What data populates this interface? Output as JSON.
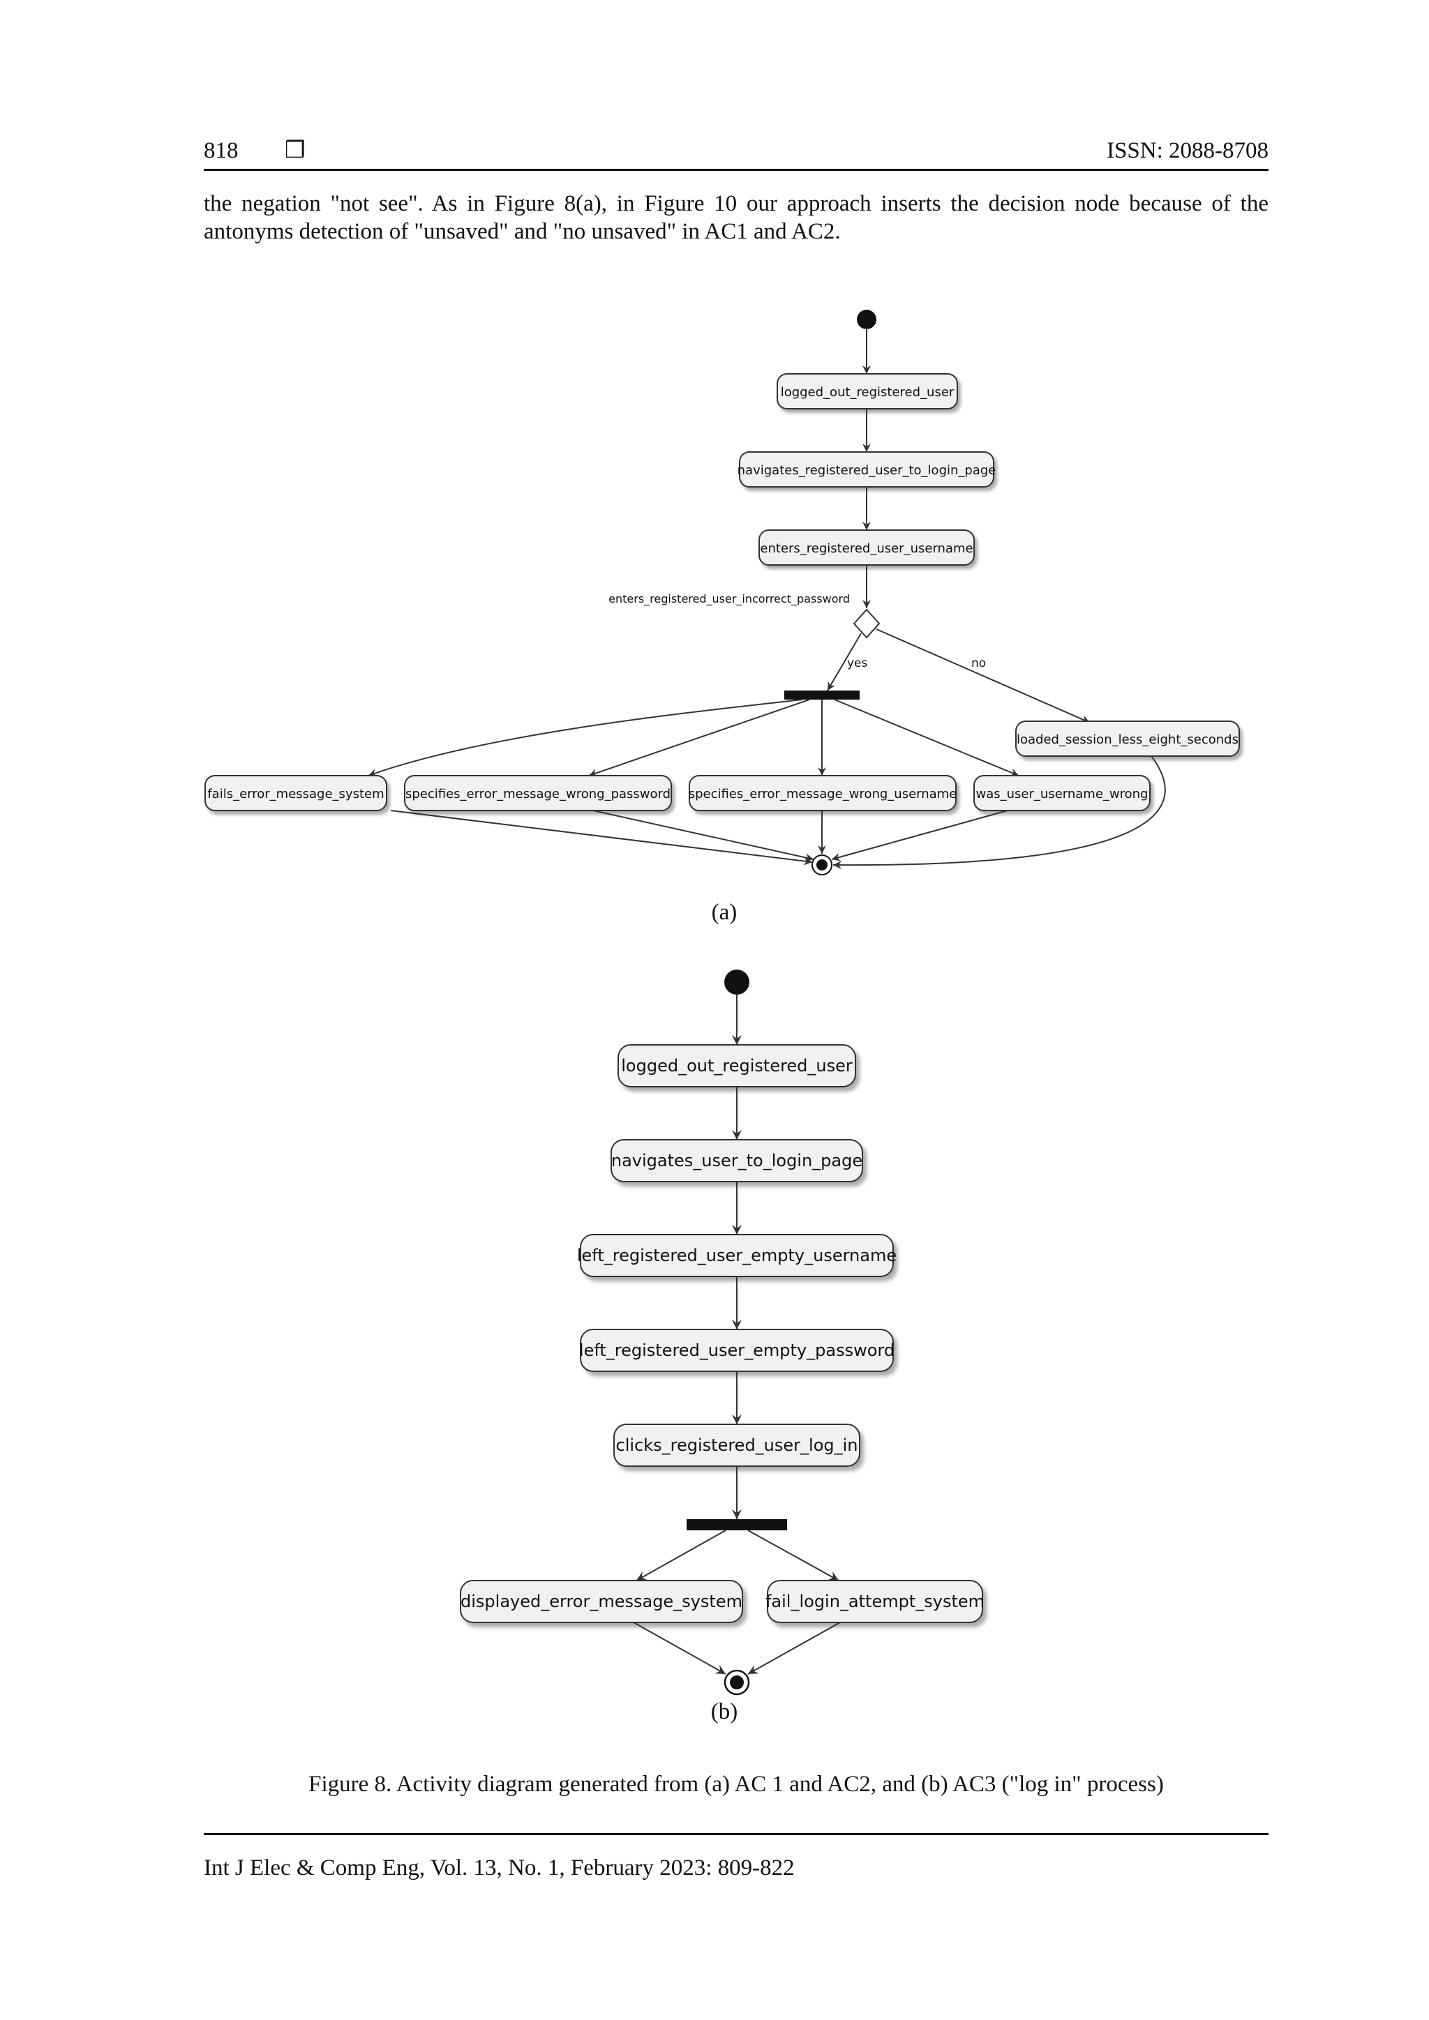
{
  "header": {
    "page_number": "818",
    "symbol": "❒",
    "issn": "ISSN: 2088-8708"
  },
  "body": {
    "paragraph_line1": "the negation \"not see\". As in Figure 8(a), in Figure 10 our approach inserts the decision node because of the",
    "paragraph_line2": "antonyms detection of \"unsaved\" and \"no unsaved\" in AC1 and AC2."
  },
  "diagram_a": {
    "label": "(a)",
    "nodes": {
      "n1": "logged_out_registered_user",
      "n2": "navigates_registered_user_to_login_page",
      "n3": "enters_registered_user_username",
      "decision_label": "enters_registered_user_incorrect_password",
      "yes": "yes",
      "no": "no",
      "loaded": "loaded_session_less_eight_seconds",
      "b1": "fails_error_message_system",
      "b2": "specifies_error_message_wrong_password",
      "b3": "specifies_error_message_wrong_username",
      "b4": "was_user_username_wrong"
    }
  },
  "diagram_b": {
    "label": "(b)",
    "nodes": {
      "n1": "logged_out_registered_user",
      "n2": "navigates_user_to_login_page",
      "n3": "left_registered_user_empty_username",
      "n4": "left_registered_user_empty_password",
      "n5": "clicks_registered_user_log_in",
      "b1": "displayed_error_message_system",
      "b2": "fail_login_attempt_system"
    }
  },
  "figure_caption": "Figure 8. Activity diagram generated from (a) AC 1 and AC2, and (b) AC3 (\"log in\" process)",
  "footer": {
    "journal": "Int J Elec & Comp Eng, Vol. 13, No. 1, February 2023: 809-822"
  }
}
